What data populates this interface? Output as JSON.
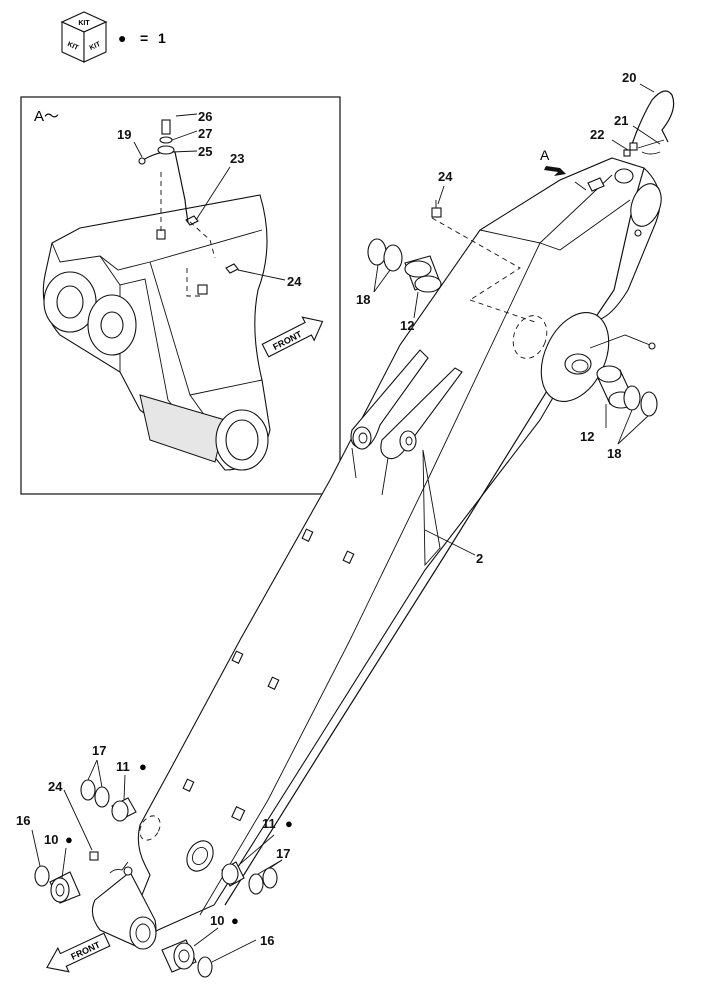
{
  "kit_legend": {
    "kit_label": "KIT",
    "bullet": "●",
    "equals": "=",
    "qty": "1"
  },
  "detail_view": {
    "title": "A～",
    "front_label": "FRONT"
  },
  "main_view": {
    "view_arrow_label": "A",
    "front_label": "FRONT"
  },
  "callouts": {
    "c2": "2",
    "c10a": "10",
    "c10b": "10",
    "c11a": "11",
    "c11b": "11",
    "c12a": "12",
    "c12b": "12",
    "c16a": "16",
    "c16b": "16",
    "c17a": "17",
    "c17b": "17",
    "c18a": "18",
    "c18b": "18",
    "c19": "19",
    "c20": "20",
    "c21": "21",
    "c22": "22",
    "c23": "23",
    "c24a": "24",
    "c24b": "24",
    "c24c": "24",
    "c25": "25",
    "c26": "26",
    "c27": "27"
  }
}
